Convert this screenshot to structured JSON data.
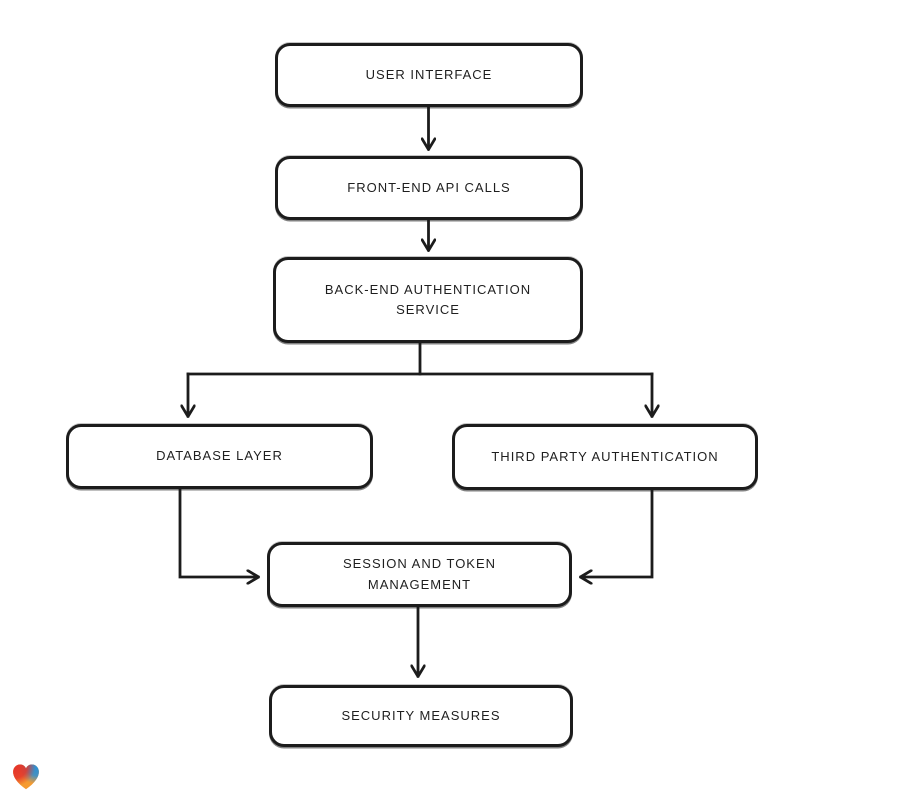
{
  "diagram": {
    "stroke_color": "#1c1c1c",
    "node_fill": "#ffffff",
    "background": "#ffffff",
    "nodes": [
      {
        "id": "user-interface",
        "label": "USER INTERFACE"
      },
      {
        "id": "front-end-api-calls",
        "label": "FRONT-END API CALLS"
      },
      {
        "id": "back-end-authentication-service",
        "label": "BACK-END AUTHENTICATION\nSERVICE"
      },
      {
        "id": "database-layer",
        "label": "DATABASE LAYER"
      },
      {
        "id": "third-party-authentication",
        "label": "THIRD PARTY AUTHENTICATION"
      },
      {
        "id": "session-and-token-management",
        "label": "SESSION AND TOKEN\nMANAGEMENT"
      },
      {
        "id": "security-measures",
        "label": "SECURITY MEASURES"
      }
    ],
    "edges": [
      {
        "from": "user-interface",
        "to": "front-end-api-calls"
      },
      {
        "from": "front-end-api-calls",
        "to": "back-end-authentication-service"
      },
      {
        "from": "back-end-authentication-service",
        "to": "database-layer"
      },
      {
        "from": "back-end-authentication-service",
        "to": "third-party-authentication"
      },
      {
        "from": "database-layer",
        "to": "session-and-token-management"
      },
      {
        "from": "third-party-authentication",
        "to": "session-and-token-management"
      },
      {
        "from": "session-and-token-management",
        "to": "security-measures"
      }
    ]
  },
  "logo": {
    "name": "gradient-heart-logo",
    "colors": {
      "red": "#e5332a",
      "blue": "#2b8fd8",
      "green": "#56a943",
      "orange": "#f59b30"
    }
  }
}
